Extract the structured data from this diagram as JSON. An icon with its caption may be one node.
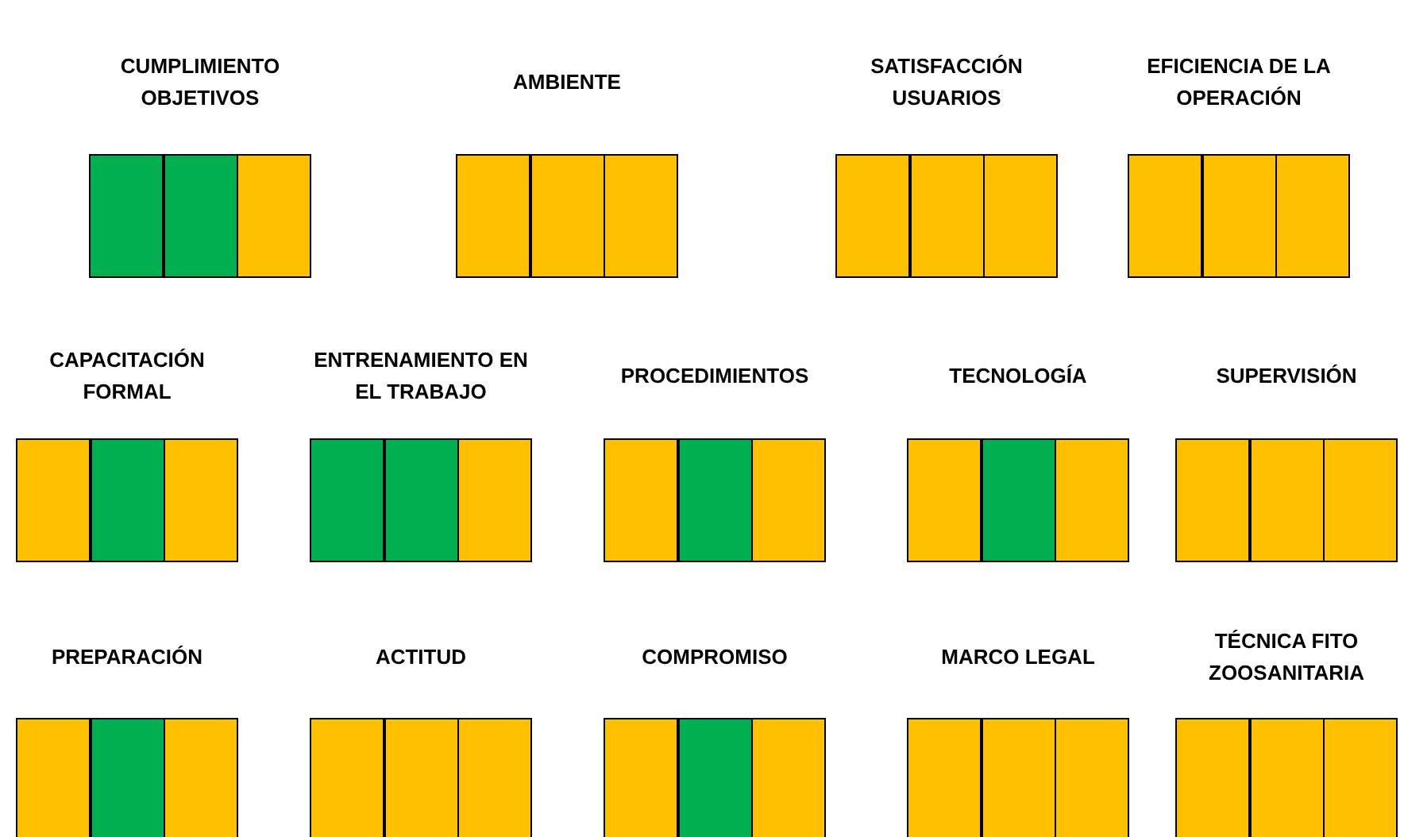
{
  "diagram": {
    "nodes": [
      {
        "text": [
          "CUMPLIMIENTO OBJETIVOS"
        ]
      },
      {
        "text": [],
        "shape": "box",
        "in": 0
      },
      {
        "text": [],
        "shape": "box",
        "in": 0
      },
      {
        "text": [],
        "shape": "box",
        "in": 0
      },
      {
        "text": [
          "AMBIENTE"
        ]
      },
      {
        "text": [],
        "shape": "box",
        "in": 4
      },
      {
        "text": [],
        "shape": "box",
        "in": 4
      },
      {
        "text": [],
        "shape": "box",
        "in": 4
      },
      {
        "text": [
          "SATISFACCIÓN USUARIOS"
        ]
      },
      {
        "text": [],
        "shape": "box",
        "in": 8
      },
      {
        "text": [],
        "shape": "box",
        "in": 8
      },
      {
        "text": [],
        "shape": "box",
        "in": 8
      },
      {
        "text": [
          "EFICIENCIA DE LA OPERACIÓN"
        ]
      },
      {
        "text": [],
        "shape": "box",
        "in": 12
      },
      {
        "text": [],
        "shape": "box",
        "in": 12
      },
      {
        "text": [],
        "shape": "box",
        "in": 12
      },
      {
        "text": [
          "CAPACITACIÓN FORMAL"
        ]
      },
      {
        "text": [],
        "shape": "box",
        "in": 16
      },
      {
        "text": [],
        "shape": "box",
        "in": 16
      },
      {
        "text": [],
        "shape": "box",
        "in": 16
      },
      {
        "text": [
          "ENTRENAMIENTO EN EL TRABAJO"
        ]
      },
      {
        "text": [],
        "shape": "box",
        "in": 20
      },
      {
        "text": [],
        "shape": "box",
        "in": 20
      },
      {
        "text": [],
        "shape": "box",
        "in": 20
      },
      {
        "text": [
          "PROCEDIMIENTOS"
        ]
      },
      {
        "text": [],
        "shape": "box",
        "in": 24
      },
      {
        "text": [],
        "shape": "box",
        "in": 24
      },
      {
        "text": [],
        "shape": "box",
        "in": 24
      },
      {
        "text": [
          "TECNOLOGÍA"
        ]
      },
      {
        "text": [],
        "shape": "box",
        "in": 28
      },
      {
        "text": [],
        "shape": "box",
        "in": 28
      },
      {
        "text": [],
        "shape": "box",
        "in": 28
      },
      {
        "text": [
          "SUPERVISIÓN"
        ]
      },
      {
        "text": [],
        "shape": "box",
        "in": 32
      },
      {
        "text": [],
        "shape": "box",
        "in": 32
      },
      {
        "text": [],
        "shape": "box",
        "in": 32
      },
      {
        "text": [
          "PREPARACIÓN"
        ]
      },
      {
        "text": [],
        "shape": "box",
        "in": 36
      },
      {
        "text": [],
        "shape": "box",
        "in": 36
      },
      {
        "text": [],
        "shape": "box",
        "in": 36
      },
      {
        "text": [
          "ACTITUD"
        ]
      },
      {
        "text": [],
        "shape": "box",
        "in": 40
      },
      {
        "text": [],
        "shape": "box",
        "in": 40
      },
      {
        "text": [],
        "shape": "box",
        "in": 40
      },
      {
        "text": [
          "COMPROMISO"
        ]
      },
      {
        "text": [],
        "shape": "box",
        "in": 44
      },
      {
        "text": [],
        "shape": "box",
        "in": 44
      },
      {
        "text": [],
        "shape": "box",
        "in": 44
      },
      {
        "text": [
          "MARCO LEGAL"
        ]
      },
      {
        "text": [],
        "shape": "box",
        "in": 48
      },
      {
        "text": [],
        "shape": "box",
        "in": 48
      },
      {
        "text": [],
        "shape": "box",
        "in": 48
      },
      {
        "text": [
          "TÉCNICA FITO ZOOSANITARIA"
        ]
      },
      {
        "text": [],
        "shape": "box",
        "in": 52
      },
      {
        "text": [],
        "shape": "box",
        "in": 52
      },
      {
        "text": [],
        "shape": "box",
        "in": 52
      }
    ]
  }
}
